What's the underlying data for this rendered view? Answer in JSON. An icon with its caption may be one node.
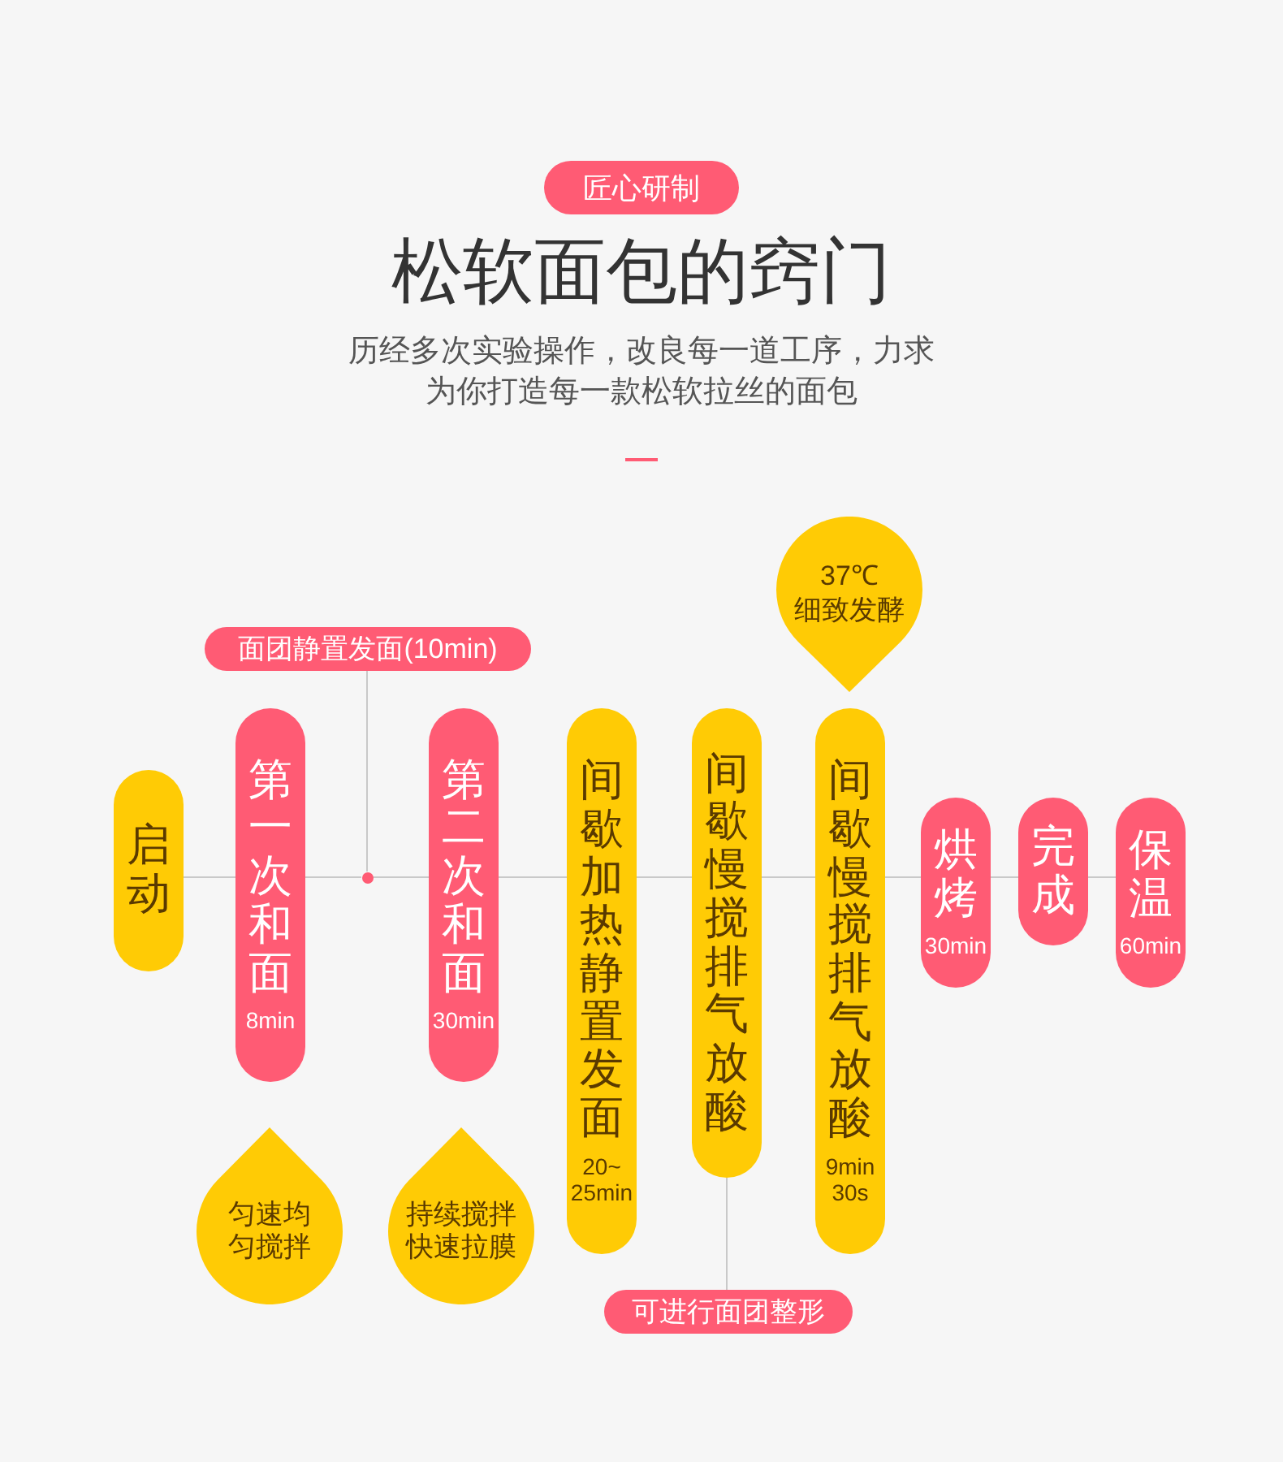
{
  "diagram": {
    "title": "松软面包的窍门",
    "nodes": [
      {
        "text": [
          "匠心研制"
        ]
      },
      {
        "text": [
          "37℃",
          "细致发酵"
        ]
      },
      {
        "text": [
          "面团静置发面(10min)"
        ]
      },
      {
        "text": [
          "启动"
        ]
      },
      {
        "text": [
          "第一次和面",
          "8min"
        ]
      },
      {
        "text": [],
        "shape": "circle"
      },
      {
        "text": [
          "第二次和面",
          "30min"
        ]
      },
      {
        "text": [
          "间歇加热静置发面",
          "20~ 25min"
        ]
      },
      {
        "text": [
          "间歇慢搅排气放酸"
        ]
      },
      {
        "text": [
          "间歇慢搅排气放酸",
          "9min 30s"
        ]
      },
      {
        "text": [
          "烘烤",
          "30min"
        ]
      },
      {
        "text": [
          "完成"
        ]
      },
      {
        "text": [
          "保温",
          "60min"
        ]
      },
      {
        "text": [
          "匀速均匀搅拌"
        ]
      },
      {
        "text": [
          "持续搅拌快速拉膜"
        ]
      },
      {
        "text": [
          "可进行面团整形"
        ]
      }
    ],
    "edges": [
      {
        "from": 3,
        "to": 4,
        "arrow": "none"
      },
      {
        "from": 4,
        "to": 5,
        "arrow": "none"
      },
      {
        "from": 5,
        "to": 6,
        "arrow": "none"
      },
      {
        "from": 6,
        "to": 7,
        "arrow": "none"
      },
      {
        "from": 7,
        "to": 8,
        "arrow": "none"
      },
      {
        "from": 8,
        "to": 9,
        "arrow": "none"
      },
      {
        "from": 9,
        "to": 10,
        "arrow": "none"
      },
      {
        "from": 10,
        "to": 11,
        "arrow": "none"
      },
      {
        "from": 11,
        "to": 12,
        "arrow": "none"
      },
      {
        "from": 2,
        "to": 5,
        "arrow": "none"
      },
      {
        "from": 8,
        "to": 15,
        "arrow": "none"
      }
    ],
    "labels": [
      "历经多次实验操作，改良每一道工序，力求为你打造每一款松软拉丝的面包"
    ]
  }
}
